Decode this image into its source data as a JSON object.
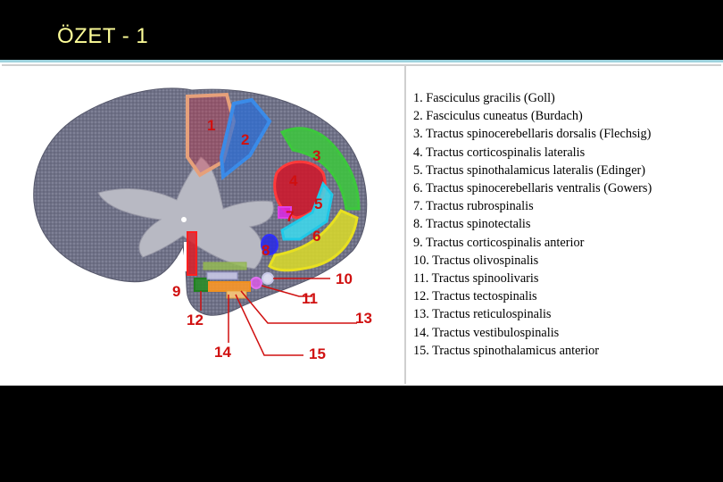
{
  "slide": {
    "title": "ÖZET - 1"
  },
  "diagram": {
    "labels": [
      "1",
      "2",
      "3",
      "4",
      "5",
      "6",
      "7",
      "8",
      "9",
      "10",
      "11",
      "12",
      "13",
      "14",
      "15"
    ]
  },
  "legend": {
    "items": [
      "1. Fasciculus gracilis (Goll)",
      "2. Fasciculus cuneatus (Burdach)",
      "3. Tractus spinocerebellaris dorsalis (Flechsig)",
      "4. Tractus corticospinalis lateralis",
      "5. Tractus spinothalamicus lateralis (Edinger)",
      "6. Tractus spinocerebellaris ventralis (Gowers)",
      "7. Tractus rubrospinalis",
      "8. Tractus spinotectalis",
      "9. Tractus corticospinalis anterior",
      "10. Tractus olivospinalis",
      "11. Tractus spinoolivaris",
      "12. Tractus tectospinalis",
      "13. Tractus reticulospinalis",
      "14. Tractus vestibulospinalis",
      "15. Tractus spinothalamicus anterior"
    ]
  },
  "colors": {
    "title": "#ffff99",
    "white_matter": "#6f7187",
    "gray_matter": "#b8b9c3",
    "label": "#d01010"
  }
}
